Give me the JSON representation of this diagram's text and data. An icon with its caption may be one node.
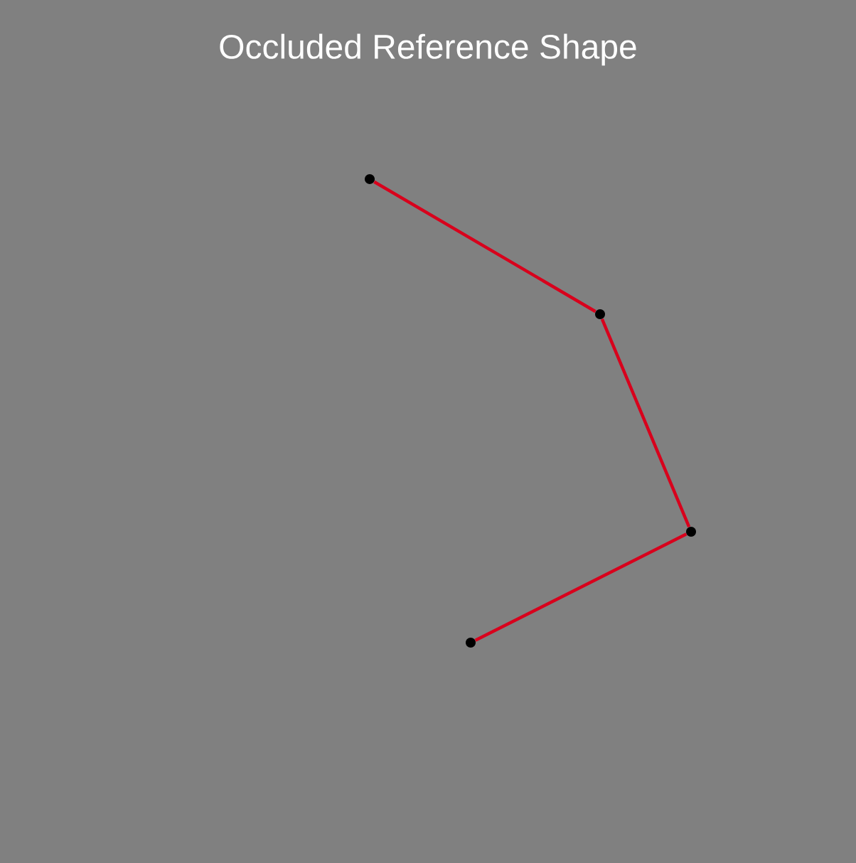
{
  "diagram": {
    "title": "Occluded Reference Shape",
    "nodes": [
      {
        "text": [],
        "shape": "circle"
      },
      {
        "text": [],
        "shape": "circle"
      },
      {
        "text": [],
        "shape": "circle"
      },
      {
        "text": [],
        "shape": "circle"
      }
    ],
    "edges": [
      {
        "from": 0,
        "to": 1,
        "arrow": "none"
      },
      {
        "from": 1,
        "to": 2,
        "arrow": "none"
      },
      {
        "from": 2,
        "to": 3,
        "arrow": "none"
      }
    ]
  }
}
